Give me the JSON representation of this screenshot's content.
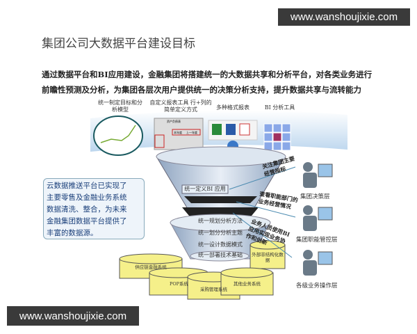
{
  "watermark": "www.wanshoujixie.com",
  "title": "集团公司大数据平台建设目标",
  "paragraph": [
    "通过数据平台和BI应用建设，金融集团将搭建统一的大数据共享和分析平台，对各类业务进行",
    "前瞻性预测及分析，为集团各层次用户提供统一的决策分析支持，提升数据共享与流转能力"
  ],
  "tools": [
    {
      "label": "统一制定目标和分析模型"
    },
    {
      "label": "自定义报表工具 行+列的简单定义方式"
    },
    {
      "label": "多种格式报表"
    },
    {
      "label": "BI 分析工具"
    }
  ],
  "report_mock": {
    "title": "资产负债表",
    "col1": "本年度",
    "col2": "上一年度"
  },
  "left_box": [
    "云数据推送平台已实现了",
    "主要零售及金融业务系统",
    "数据清洗、整合，为未来",
    "金融集团数据平台提供了",
    "丰富的数据源。"
  ],
  "funnel_layers": [
    "统一定义BI 应用",
    "统一规划分析方法",
    "统一划分分析主题",
    "统一设计数据模式",
    "统一部署技术基础"
  ],
  "sources": [
    "供应链金融系统",
    "POP系统",
    "采购管理系统",
    "其他业务系统",
    "外部非结构化数据"
  ],
  "annotations": [
    "关注集团主要经营指标",
    "查看职能部门的业务经营情况",
    "业务人员使用BI应用实现业务协作和创新"
  ],
  "user_levels": [
    "集团决策层",
    "集团职能管控层",
    "各级业务操作层"
  ],
  "colors": {
    "funnel": "#b8c8dc",
    "cylinder": "#f5f08a",
    "accent": "#1a3f7a"
  }
}
